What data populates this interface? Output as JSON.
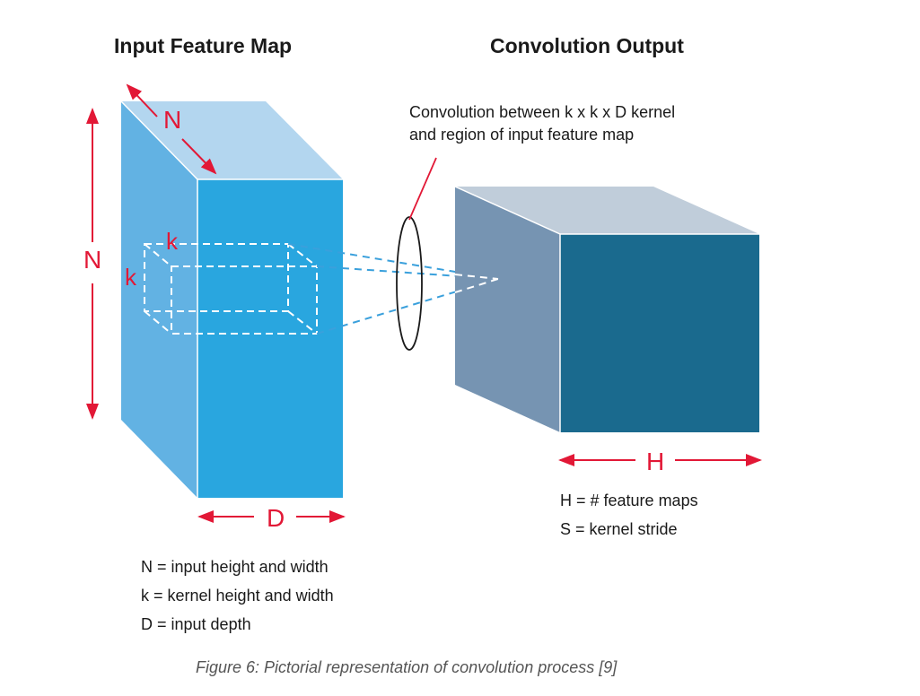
{
  "titles": {
    "input": "Input Feature Map",
    "output": "Convolution Output"
  },
  "annotation": {
    "line1": "Convolution between k x k x D kernel",
    "line2": "and region of input feature map"
  },
  "dimension_labels": {
    "n_side": "N",
    "n_top": "N",
    "k_top": "k",
    "k_side": "k",
    "d": "D",
    "h": "H"
  },
  "legend_input": [
    "N = input height and width",
    "k = kernel height and width",
    "D = input depth"
  ],
  "legend_output": [
    "H = # feature maps",
    "S = kernel stride"
  ],
  "caption": "Figure 6: Pictorial representation of convolution process [9]",
  "colors": {
    "input_front": "#29a6df",
    "input_side": "#62b2e3",
    "input_top": "#b3d6ef",
    "output_front": "#1a6a8e",
    "output_side": "#7694b2",
    "output_top": "#c0cdda",
    "accent_red": "#e21836",
    "dash_blue": "#3aa0dc"
  }
}
